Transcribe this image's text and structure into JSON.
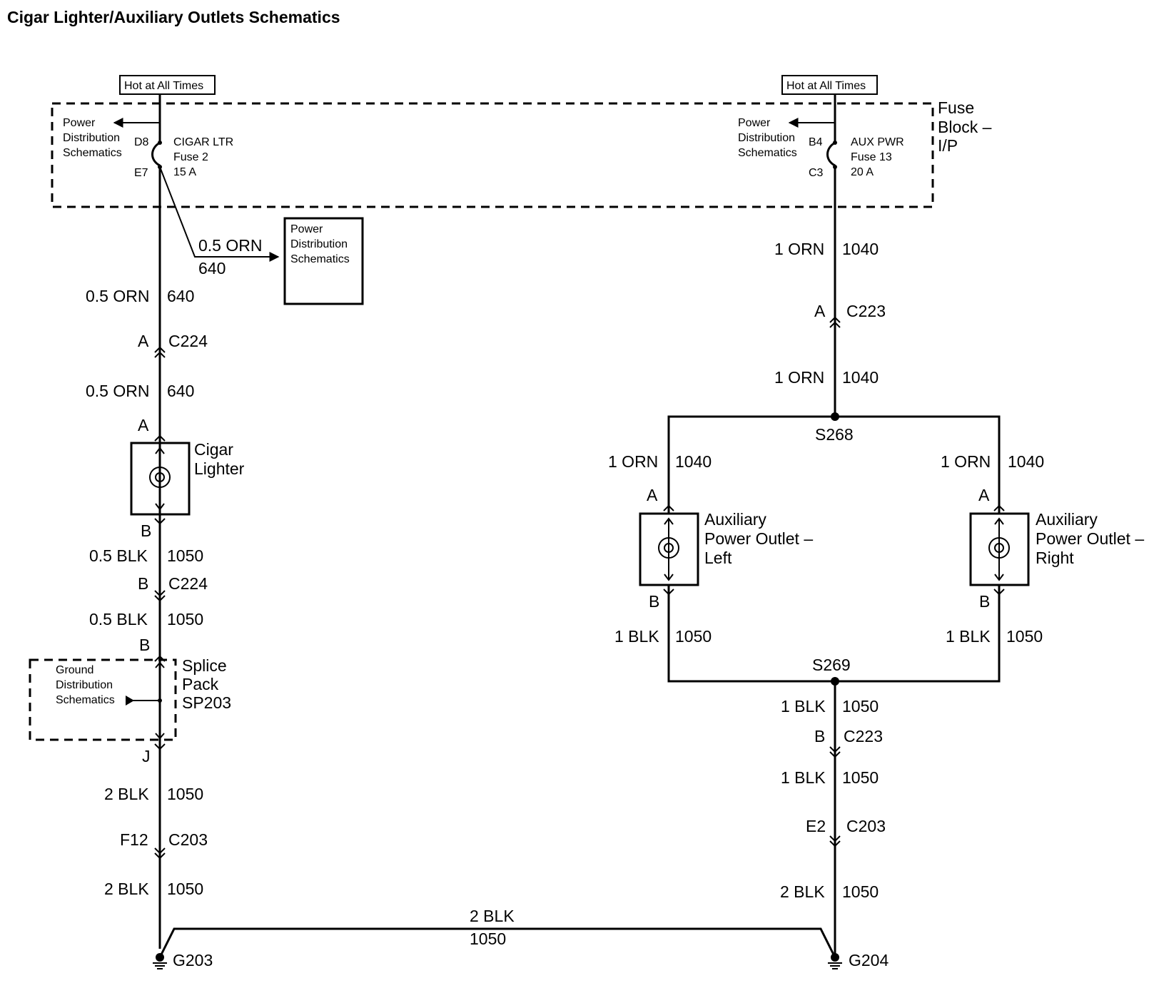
{
  "title": "Cigar Lighter/Auxiliary Outlets Schematics",
  "hot_left": "Hot at All Times",
  "hot_right": "Hot at All Times",
  "fuse_block": [
    "Fuse",
    "Block –",
    "I/P"
  ],
  "power_dist": [
    "Power",
    "Distribution",
    "Schematics"
  ],
  "ground_dist": [
    "Ground",
    "Distribution",
    "Schematics"
  ],
  "left_fuse": {
    "in_pin": "D8",
    "out_pin": "E7",
    "name": "CIGAR LTR",
    "fuse": "Fuse 2",
    "rating": "15 A"
  },
  "right_fuse": {
    "in_pin": "B4",
    "out_pin": "C3",
    "name": "AUX PWR",
    "fuse": "Fuse 13",
    "rating": "20 A"
  },
  "branch_wire": {
    "size_color": "0.5 ORN",
    "circuit": "640"
  },
  "wire_labels": {
    "orn05": "0.5 ORN",
    "c640": "640",
    "blk05": "0.5 BLK",
    "c1050": "1050",
    "blk2": "2 BLK",
    "orn1": "1 ORN",
    "c1040": "1040",
    "blk1": "1 BLK"
  },
  "connectors": {
    "c224": "C224",
    "c223": "C223",
    "c203": "C203"
  },
  "pins": {
    "a": "A",
    "b": "B",
    "j": "J",
    "f12": "F12",
    "e2": "E2"
  },
  "splices": {
    "s268": "S268",
    "s269": "S269"
  },
  "grounds": {
    "g203": "G203",
    "g204": "G204"
  },
  "components": {
    "cigar": [
      "Cigar",
      "Lighter"
    ],
    "splice_pack": [
      "Splice",
      "Pack",
      "SP203"
    ],
    "aux_left": [
      "Auxiliary",
      "Power Outlet –",
      "Left"
    ],
    "aux_right": [
      "Auxiliary",
      "Power Outlet –",
      "Right"
    ]
  }
}
